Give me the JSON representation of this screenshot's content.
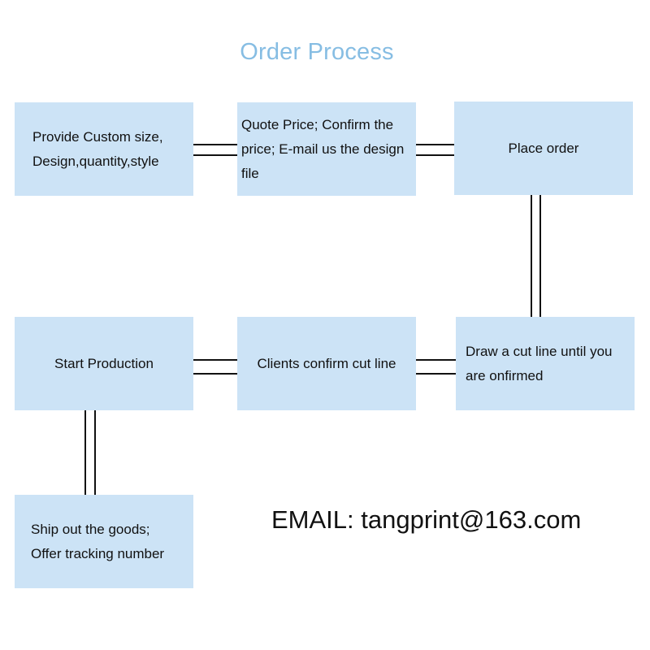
{
  "title": "Order Process",
  "steps": [
    {
      "id": "provide-specs",
      "lines": [
        "Provide Custom size,",
        "Design,quantity,style"
      ]
    },
    {
      "id": "quote-price",
      "lines": [
        "Quote Price; Confirm the",
        "price; E-mail us the design",
        "file"
      ]
    },
    {
      "id": "place-order",
      "lines": [
        "Place order"
      ]
    },
    {
      "id": "draw-cut-line",
      "lines": [
        "Draw a cut line until you",
        "are onfirmed"
      ]
    },
    {
      "id": "confirm-cut-line",
      "lines": [
        "Clients confirm cut line"
      ]
    },
    {
      "id": "start-production",
      "lines": [
        "Start Production"
      ]
    },
    {
      "id": "ship-goods",
      "lines": [
        "Ship out the goods;",
        "Offer tracking number"
      ]
    }
  ],
  "email_text": "EMAIL: tangprint@163.com",
  "colors": {
    "title": "#86bde3",
    "box_fill": "#cce3f6",
    "connector": "#111111",
    "text": "#111111"
  }
}
